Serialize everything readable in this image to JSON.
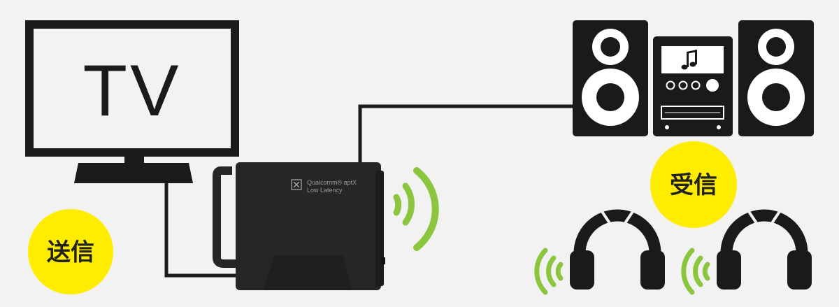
{
  "tv": {
    "label": "TV"
  },
  "transmitter": {
    "brand_line1": "Qualcomm® aptX",
    "brand_line2": "Low Latency",
    "logo_icon": "aptx-x-icon"
  },
  "badges": {
    "send": "送信",
    "receive": "受信"
  },
  "stereo": {
    "display_icon": "music-note-icon"
  },
  "colors": {
    "background": "#f2f2f2",
    "device": "#1a1a1a",
    "wave": "#8cc63f",
    "badge": "#ffed00",
    "cable": "#1a1a1a"
  }
}
